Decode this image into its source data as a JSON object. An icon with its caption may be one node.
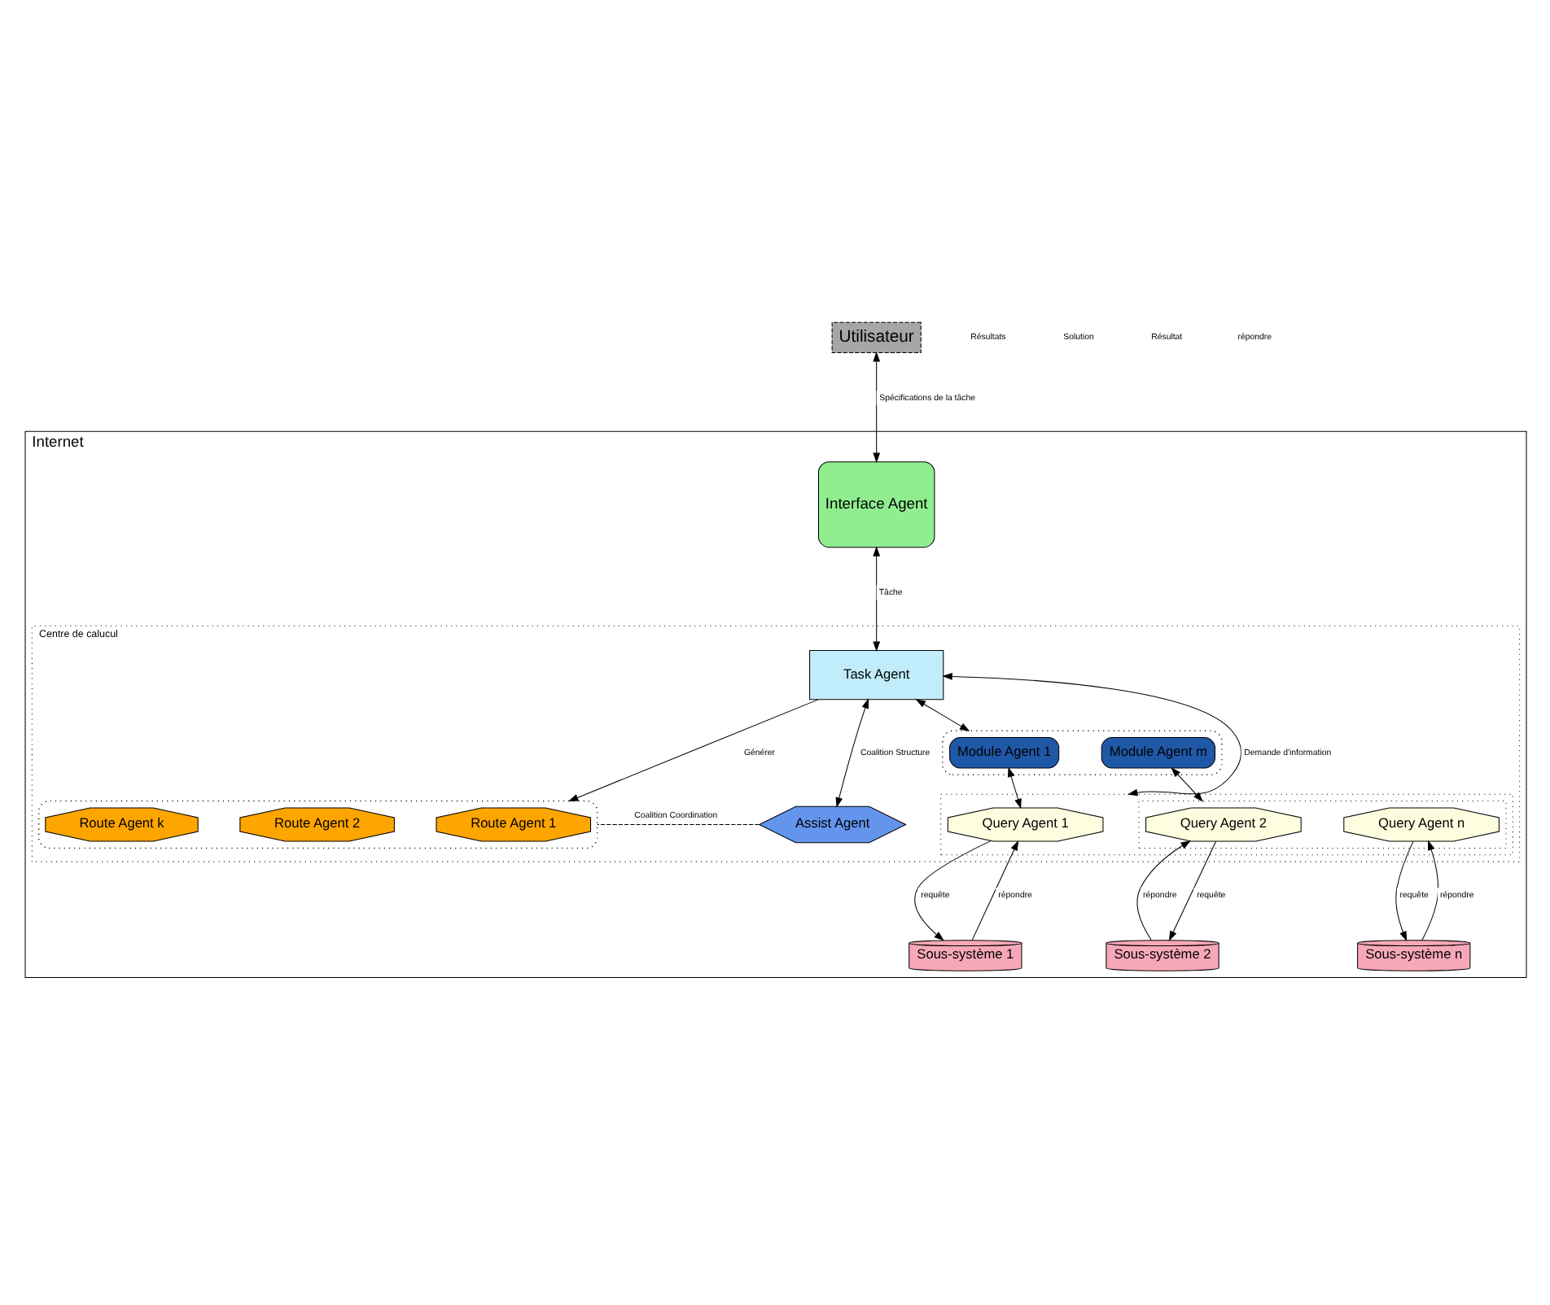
{
  "diagram": {
    "nodes": [
      {
        "text": [
          "Utilisateur"
        ]
      },
      {
        "text": [
          "Internet"
        ]
      },
      {
        "text": [
          "Interface Agent"
        ],
        "in": 1
      },
      {
        "text": [
          "Centre de calucul"
        ],
        "in": 1
      },
      {
        "text": [],
        "shape": "ellipse",
        "in": 3
      },
      {
        "text": [
          "Route Agent 1"
        ],
        "in": 4
      },
      {
        "text": [
          "Route Agent 2"
        ],
        "in": 4
      },
      {
        "text": [
          "Route Agent k"
        ],
        "in": 4
      },
      {
        "text": [
          "Task Agent"
        ],
        "in": 3
      },
      {
        "text": [
          "Assist Agent"
        ],
        "in": 3
      },
      {
        "text": [],
        "shape": "ellipse",
        "in": 3
      },
      {
        "text": [
          "Module Agent 1"
        ],
        "in": 10
      },
      {
        "text": [
          "Module Agent m"
        ],
        "in": 10
      },
      {
        "text": [],
        "shape": "box",
        "in": 3
      },
      {
        "text": [
          "Query Agent 1"
        ],
        "in": 13
      },
      {
        "text": [],
        "shape": "box",
        "in": 13
      },
      {
        "text": [
          "Query Agent 2"
        ],
        "in": 15
      },
      {
        "text": [
          "Query Agent n"
        ],
        "in": 15
      },
      {
        "text": [
          "Sous-système 1"
        ],
        "in": 1
      },
      {
        "text": [
          "Sous-système 2"
        ],
        "in": 1
      },
      {
        "text": [
          "Sous-système n"
        ],
        "in": 1
      }
    ],
    "edges": [
      {
        "from": 0,
        "to": 2,
        "arrow": "both",
        "label": "Spécifications de la tâche"
      },
      {
        "from": 2,
        "to": 8,
        "arrow": "both",
        "label": "Tâche"
      },
      {
        "from": 8,
        "to": 4,
        "arrow": "to",
        "label": "Générer"
      },
      {
        "from": 8,
        "to": 9,
        "arrow": "both",
        "label": "Coalition Structure"
      },
      {
        "from": 9,
        "to": 4,
        "arrow": "none",
        "label": "Coalition Coordination",
        "style": "dashed"
      },
      {
        "from": 8,
        "to": 10,
        "arrow": "both"
      },
      {
        "from": 8,
        "to": 13,
        "arrow": "both",
        "label": "Demande d'information"
      },
      {
        "from": 11,
        "to": 14,
        "arrow": "both"
      },
      {
        "from": 12,
        "to": 15,
        "arrow": "both"
      },
      {
        "from": 14,
        "to": 18,
        "arrow": "to",
        "label": "requête"
      },
      {
        "from": 18,
        "to": 14,
        "arrow": "to",
        "label": "répondre"
      },
      {
        "from": 16,
        "to": 19,
        "arrow": "to",
        "label": "requête"
      },
      {
        "from": 19,
        "to": 16,
        "arrow": "to",
        "label": "répondre"
      },
      {
        "from": 17,
        "to": 20,
        "arrow": "to",
        "label": "requête"
      },
      {
        "from": 20,
        "to": 17,
        "arrow": "to",
        "label": "répondre"
      }
    ],
    "labels": [
      "Résultats",
      "Solution",
      "Résultat",
      "répondre"
    ]
  }
}
